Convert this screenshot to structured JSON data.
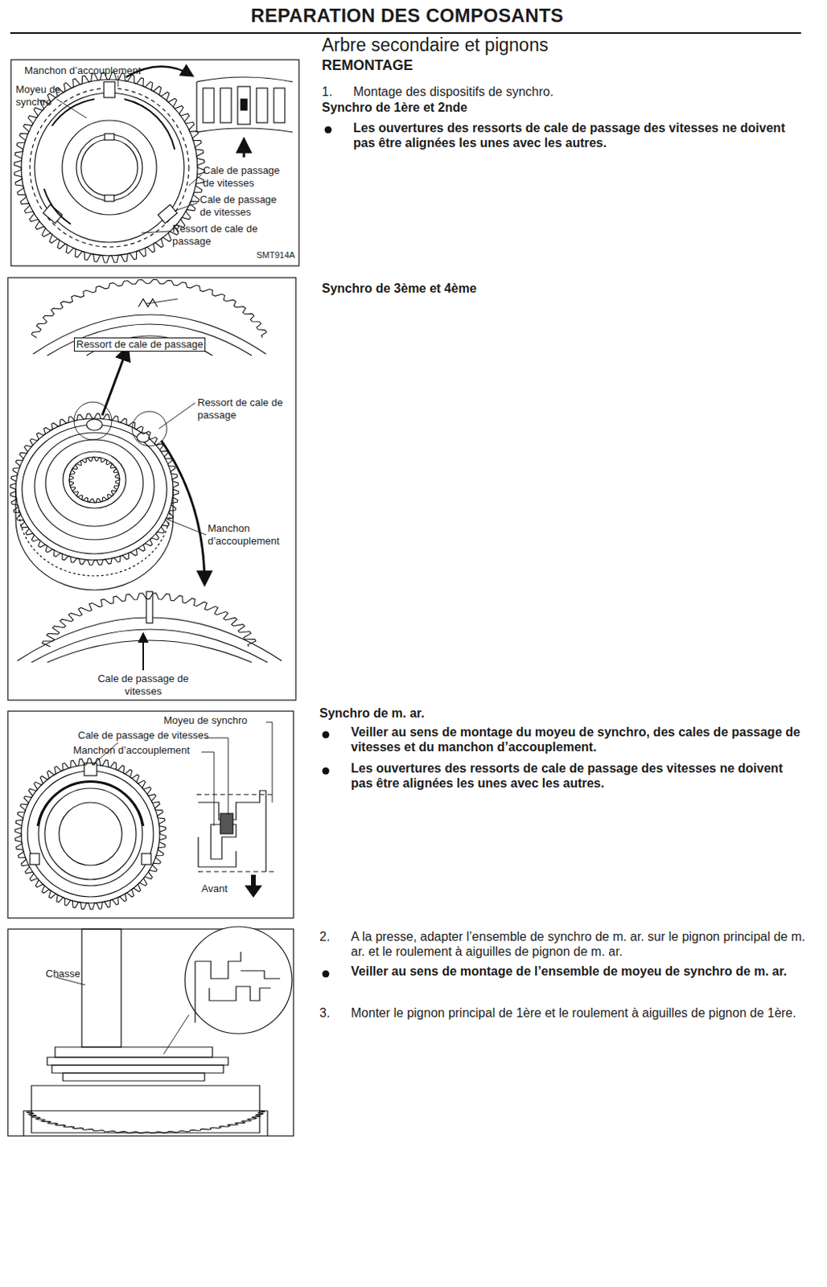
{
  "diagram": {
    "title": "REPARATION DES COMPOSANTS",
    "labels": [
      "Arbre secondaire et pignons",
      "REMONTAGE",
      "Manchon d’accouplement",
      "Moyeu de synchro",
      "Cale de passage de vitesses",
      "Cale de passage de vitesses",
      "Ressort de cale de passage",
      "SMT914A",
      "1.",
      "Montage des dispositifs de synchro.",
      "Synchro de 1ère et 2nde",
      "Les ouvertures des ressorts de cale de passage des vitesses ne doivent pas être alignées les unes avec les autres.",
      "Ressort de cale de passage",
      "Ressort de cale de passage",
      "Manchon d’accouplement",
      "Cale de passage de vitesses",
      "Synchro de 3ème et 4ème",
      "Moyeu de synchro",
      "Cale de passage de vitesses",
      "Manchon d’accouplement",
      "Avant",
      "Synchro de m. ar.",
      "Veiller au sens de montage du moyeu de synchro, des cales de passage de vitesses et du manchon d’accouplement.",
      "Les ouvertures des ressorts de cale de passage des vitesses ne doivent pas être alignées les unes avec les autres.",
      "Chasse",
      "2.",
      "A la presse, adapter l’ensemble de synchro de m. ar. sur le pignon principal de m. ar. et le roulement à aiguilles de pignon de m. ar.",
      "Veiller au sens de montage de l’ensemble de moyeu de synchro de m. ar.",
      "3.",
      "Monter le pignon principal de 1ère et le roulement à aiguilles de pignon de 1ère."
    ]
  }
}
